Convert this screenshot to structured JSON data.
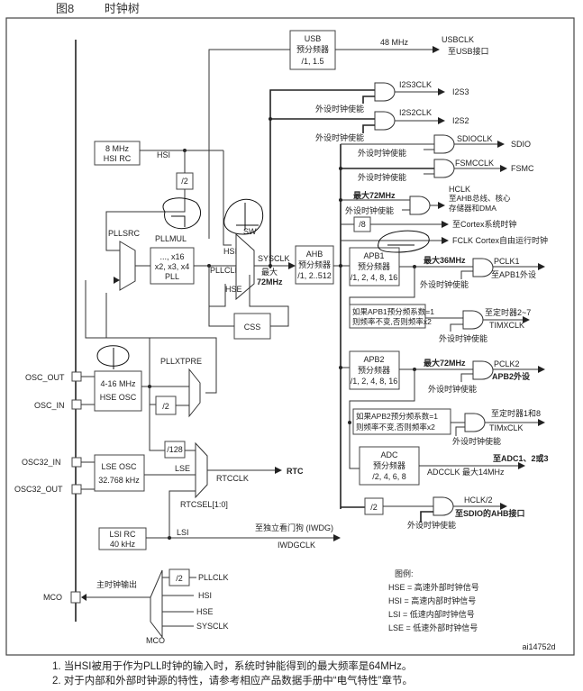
{
  "caption": {
    "figure": "图8",
    "title": "时钟树"
  },
  "blocks": {
    "usb": {
      "name": "USB",
      "sub": "预分频器",
      "ratio": "/1, 1.5"
    },
    "hsi_rc": {
      "l1": "8 MHz",
      "l2": "HSI RC"
    },
    "div2_hsi": "/2",
    "pll": {
      "l1": "..., x16",
      "l2": "x2, x3, x4",
      "l3": "PLL"
    },
    "ahb": {
      "name": "AHB",
      "sub": "预分频器",
      "ratio": "/1, 2..512"
    },
    "css": "CSS",
    "apb1": {
      "name": "APB1",
      "sub": "预分频器",
      "ratio": "/1, 2, 4, 8, 16"
    },
    "apb1_cond": {
      "l1": "如果APB1预分频系数=1",
      "l2": "则频率不变,否则频率x2"
    },
    "apb2": {
      "name": "APB2",
      "sub": "预分频器",
      "ratio": "/1, 2, 4, 8, 16"
    },
    "apb2_cond": {
      "l1": "如果APB2预分频系数=1",
      "l2": "则频率不变,否则频率x2"
    },
    "adc": {
      "name": "ADC",
      "sub": "预分频器",
      "ratio": "/2, 4, 6, 8"
    },
    "div8": "/8",
    "div2_hclk": "/2",
    "hse_osc": {
      "l1": "4-16 MHz",
      "l2": "HSE OSC"
    },
    "div2_hse": "/2",
    "div128": "/128",
    "lse_osc": {
      "l1": "LSE OSC",
      "l2": "32.768 kHz"
    },
    "lsi_rc": {
      "l1": "LSI RC",
      "l2": "40 kHz"
    },
    "div2_mco": "/2"
  },
  "labels": {
    "usb_freq": "48 MHz",
    "usbclk": "USBCLK",
    "usb_dest": "至USB接口",
    "i2s3clk": "I2S3CLK",
    "i2s3": "I2S3",
    "i2s2clk": "I2S2CLK",
    "i2s2": "I2S2",
    "sdioclk": "SDIOCLK",
    "sdio": "SDIO",
    "fsmcclk": "FSMCCLK",
    "fsmc": "FSMC",
    "periph_en": "外设时钟使能",
    "max72": "最大72MHz",
    "hclk": "HCLK",
    "hclk_d1": "至AHB总线、核心",
    "hclk_d2": "存储器和DMA",
    "cortex_sys": "至Cortex系统时钟",
    "fclk": "FCLK Cortex自由运行时钟",
    "hsi": "HSI",
    "pllsrc": "PLLSRC",
    "pllmul": "PLLMUL",
    "sw": "SW",
    "sysclk": "SYSCLK",
    "pllclk": "PLLCLK",
    "hse": "HSE",
    "max_l1": "最大",
    "max_l2": "72MHz",
    "max36": "最大36MHz",
    "pclk1": "PCLK1",
    "apb1_dest": "至APB1外设",
    "tim27": "至定时器2~7",
    "timxclk1": "TIMXCLK",
    "pclk2": "PCLK2",
    "apb2_dest": "APB2外设",
    "tim18": "至定时器1和8",
    "timxclk2": "TIMxCLK",
    "adc_dest": "至ADC1、2或3",
    "adcclk": "ADCCLK  最大14MHz",
    "hclk2": "HCLK/2",
    "sdio_ahb": "至SDIO的AHB接口",
    "osc_out": "OSC_OUT",
    "osc_in": "OSC_IN",
    "pllxtpre": "PLLXTPRE",
    "osc32_in": "OSC32_IN",
    "osc32_out": "OSC32_OUT",
    "lse": "LSE",
    "rtcclk": "RTCCLK",
    "rtc": "RTC",
    "rtcsel": "RTCSEL[1:0]",
    "lsi": "LSI",
    "iwdg_dest": "至独立看门狗  (IWDG)",
    "iwdgclk": "IWDGCLK",
    "mco_out": "主时钟输出",
    "mco": "MCO",
    "mco_pllclk": "PLLCLK",
    "mco_hsi": "HSI",
    "mco_hse": "HSE",
    "mco_sysclk": "SYSCLK",
    "doc_id": "ai14752d"
  },
  "legend": {
    "title": "图例:",
    "items": [
      "HSE = 高速外部时钟信号",
      "HSI = 高速内部时钟信号",
      "LSI = 低速内部时钟信号",
      "LSE = 低速外部时钟信号"
    ]
  },
  "notes": [
    "1.  当HSI被用于作为PLL时钟的输入时，系统时钟能得到的最大频率是64MHz。",
    "2.  对于内部和外部时钟源的特性，请参考相应产品数据手册中“电气特性”章节。"
  ]
}
